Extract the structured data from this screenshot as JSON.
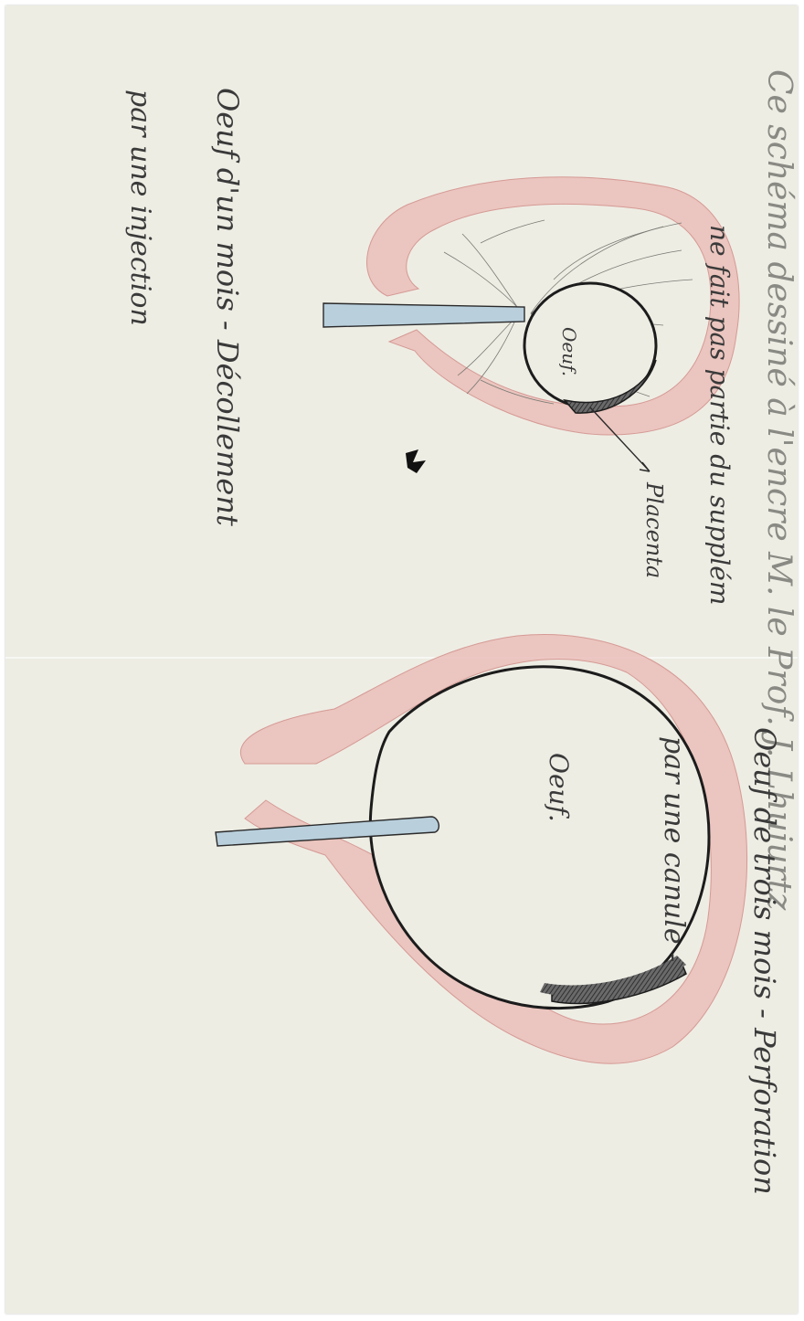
{
  "colors": {
    "paper": "#eeede4",
    "uterus_wall": "#e9b7b3",
    "ink": "#2a2a2a",
    "pencil": "#8a8a84",
    "cannula": "#b9cfdc",
    "placenta": "#4a4a4a"
  },
  "caption_top": "Ce schéma dessiné à l'encre M. le Prof. J. Lhuiurtz",
  "caption_top_note": "ne fait pas partie du supplém",
  "label_oeuf_small": "Oeuf.",
  "label_placenta": "Placenta",
  "label_oeuf_large": "Oeuf.",
  "fig1_caption_line1": "Oeuf d'un mois - Décollement",
  "fig1_caption_line2": "par une injection",
  "fig2_caption_line1": "Oeuf de trois mois - Perforation",
  "fig2_caption_line2": "par une canule -"
}
